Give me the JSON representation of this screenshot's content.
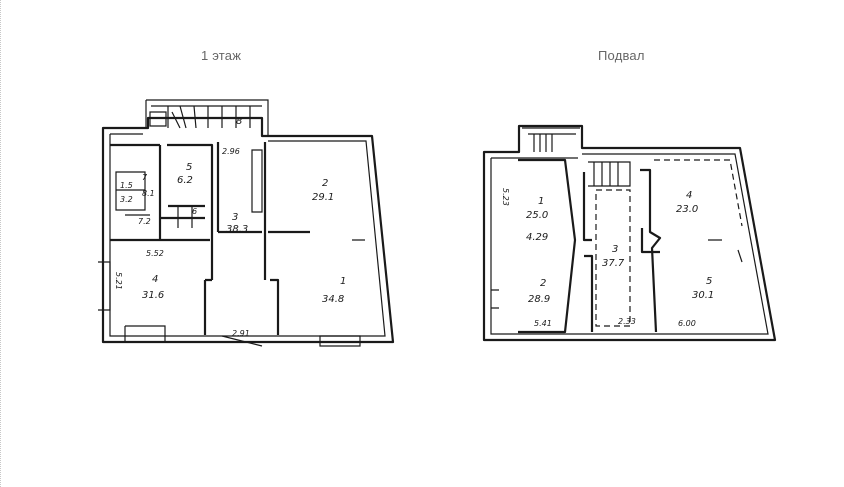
{
  "floors": [
    {
      "title": "1 этаж",
      "labels": {
        "r8": "8",
        "r2_96": "2.96",
        "r5": "5",
        "r6_2": "6.2",
        "r7": "7",
        "r8_1": "8.1",
        "r1_5": "1.5",
        "r3_2": "3.2",
        "r7_2": "7.2",
        "r6": "6",
        "r3": "3",
        "r38_3": "38.3",
        "r2a": "2",
        "r29_1": "29.1",
        "r552": "5.52",
        "r4": "4",
        "r31_6": "31.6",
        "r521": "5.21",
        "r1": "1",
        "r34_8": "34.8",
        "r2_91": "2.91"
      }
    },
    {
      "title": "Подвал",
      "labels": {
        "b1": "1",
        "b25_0": "25.0",
        "b4_29": "4.29",
        "b5_23": "5.23",
        "b2": "2",
        "b28_9": "28.9",
        "b5_41": "5.41",
        "b3": "3",
        "b37_7": "37.7",
        "b2_33": "2.33",
        "b4": "4",
        "b23_0": "23.0",
        "b5": "5",
        "b30_1": "30.1",
        "b6_00": "6.00"
      }
    }
  ]
}
